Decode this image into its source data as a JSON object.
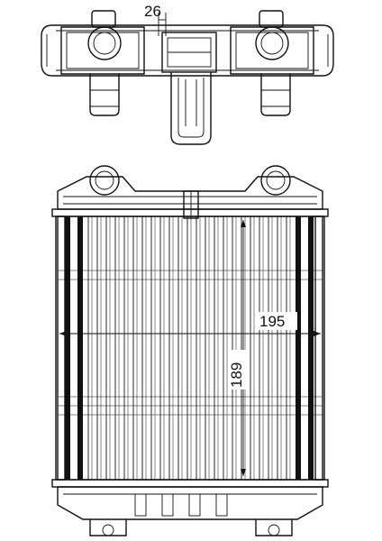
{
  "dimensions": {
    "top_width": "26",
    "core_width": "195",
    "core_height": "189"
  },
  "colors": {
    "line": "#111111",
    "background": "#ffffff"
  }
}
